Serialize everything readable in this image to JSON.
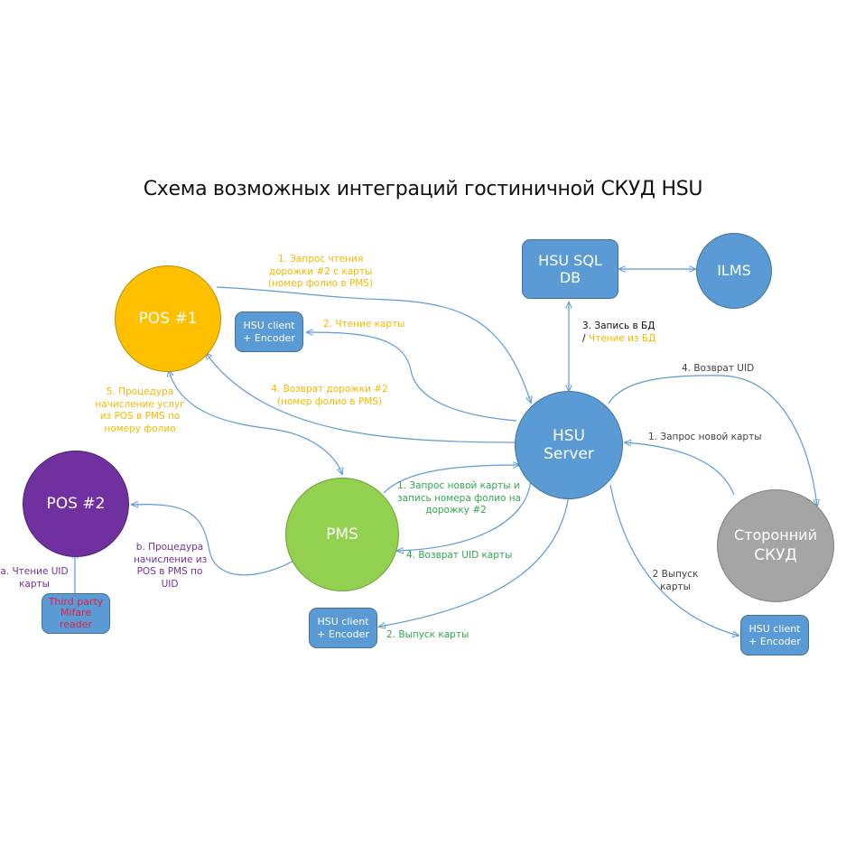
{
  "title": "Схема возможных интеграций гостиничной СКУД HSU",
  "colors": {
    "pos1": "#ffc000",
    "pos2": "#7030a0",
    "pms": "#92d050",
    "hsu": "#5b9bd5",
    "third_party_skud": "#a5a5a5",
    "link": "#5b9bd5"
  },
  "nodes": {
    "pos1": {
      "label": "POS #1"
    },
    "pos2": {
      "label": "POS #2"
    },
    "pms": {
      "label": "PMS"
    },
    "hsu_server": {
      "line1": "HSU",
      "line2": "Server"
    },
    "hsu_sql_db": {
      "line1": "HSU SQL",
      "line2": "DB"
    },
    "ilms": {
      "label": "ILMS"
    },
    "third_party_skud": {
      "line1": "Сторонний",
      "line2": "СКУД"
    },
    "encoder_top": {
      "line1": "HSU client",
      "line2": "+ Encoder"
    },
    "encoder_bottom": {
      "line1": "HSU client",
      "line2": "+ Encoder"
    },
    "encoder_right": {
      "line1": "HSU client",
      "line2": "+ Encoder"
    },
    "mifare_reader": {
      "line1": "Third party",
      "line2": "Mifare",
      "line3": "reader"
    }
  },
  "labels": {
    "pos1_read_request": [
      "1. Запрос чтения",
      "дорожки #2  с карты",
      "(номер фолио в PMS)"
    ],
    "read_card": "2. Чтение карты",
    "return_track": [
      "4. Возврат дорожки #2",
      "(номер фолио в PMS)"
    ],
    "pos1_procedure": [
      "5. Процедура",
      "начисление услуг",
      "из POS в PMS по",
      "номеру фолио"
    ],
    "db_write": "3. Запись в БД",
    "db_read_sep": "/ ",
    "db_read": "Чтение из БД",
    "return_uid_skud": "4. Возврат UID",
    "new_card_skud": "1. Запрос новой карты",
    "pms_new_card": [
      "1. Запрос новой карты и",
      "запись номера фолио на",
      "дорожку #2"
    ],
    "pms_return_uid": "4. Возврат UID карты",
    "issue_card_bottom": "2. Выпуск карты",
    "issue_card_right": [
      "2 Выпуск",
      "карты"
    ],
    "pos2_read_uid": [
      "a. Чтение UID",
      "карты"
    ],
    "pos2_procedure": [
      "b. Процедура",
      "начисление из",
      "POS в PMS по",
      "UID"
    ]
  }
}
